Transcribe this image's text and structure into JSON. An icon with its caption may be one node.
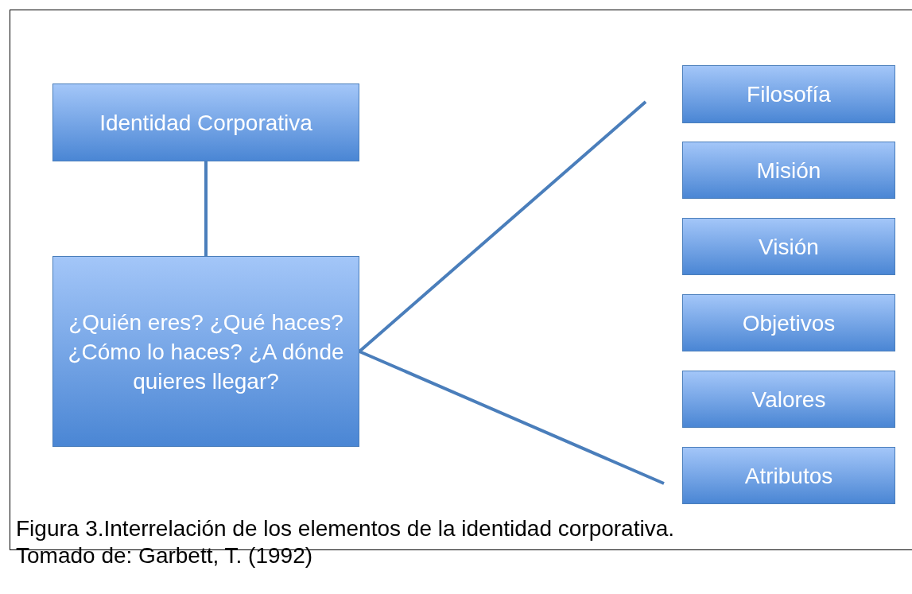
{
  "diagram": {
    "caption": "Figura 3.Interrelación de los elementos de la identidad corporativa.",
    "nodes": [
      {
        "text": [
          "Identidad Corporativa"
        ]
      },
      {
        "text": [
          "¿Quién eres? ¿Qué haces? ¿Cómo lo haces? ¿A dónde quieres llegar?"
        ]
      },
      {
        "text": [
          "Filosofía"
        ]
      },
      {
        "text": [
          "Misión"
        ]
      },
      {
        "text": [
          "Visión"
        ]
      },
      {
        "text": [
          "Objetivos"
        ]
      },
      {
        "text": [
          "Valores"
        ]
      },
      {
        "text": [
          "Atributos"
        ]
      }
    ],
    "edges": [
      {
        "from": 0,
        "to": 1,
        "arrow": "none"
      },
      {
        "from": 1,
        "to": null,
        "arrow": "none"
      },
      {
        "from": 1,
        "to": null,
        "arrow": "none"
      }
    ],
    "labels": [
      "Tomado de: Garbett, T. (1992)"
    ]
  }
}
